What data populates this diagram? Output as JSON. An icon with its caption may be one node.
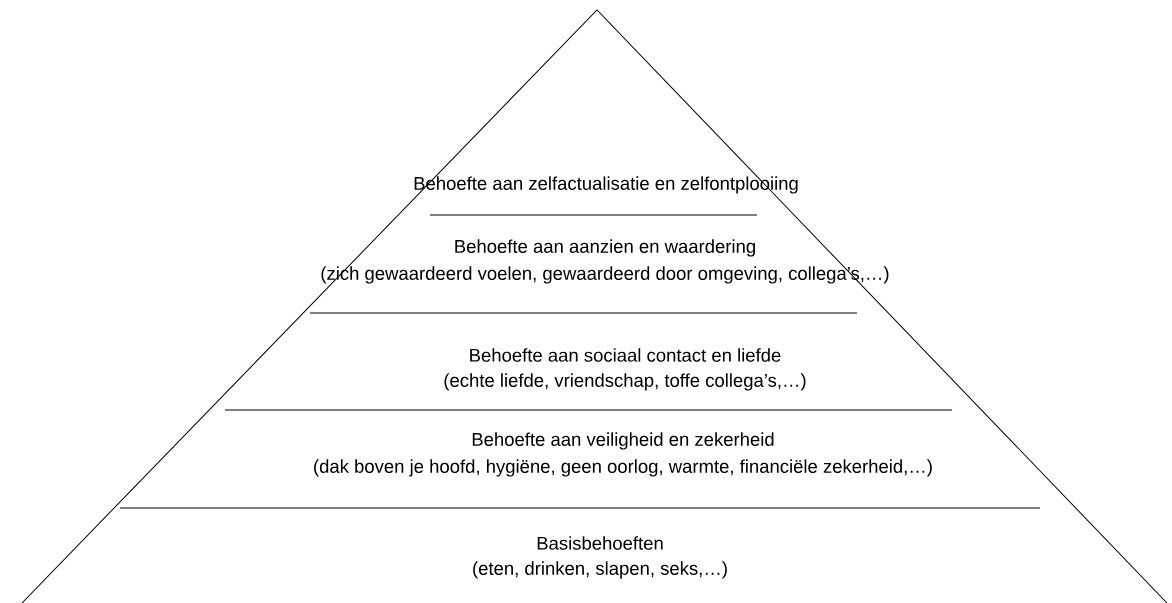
{
  "diagram": {
    "nodes": [
      {
        "text": [
          "Behoefte aan zelfactualisatie en zelfontplooiing"
        ]
      },
      {
        "text": [
          "Behoefte aan aanzien en waardering",
          "(zich gewaardeerd voelen, gewaardeerd door omgeving, collega’s,…)"
        ]
      },
      {
        "text": [
          "Behoefte aan sociaal contact en liefde",
          "(echte liefde, vriendschap, toffe collega’s,…)"
        ]
      },
      {
        "text": [
          "Behoefte aan veiligheid en zekerheid",
          "(dak boven je hoofd, hygiëne, geen oorlog, warmte, financiële zekerheid,…)"
        ]
      },
      {
        "text": [
          "Basisbehoeften",
          "(eten, drinken, slapen, seks,…)"
        ]
      }
    ]
  }
}
